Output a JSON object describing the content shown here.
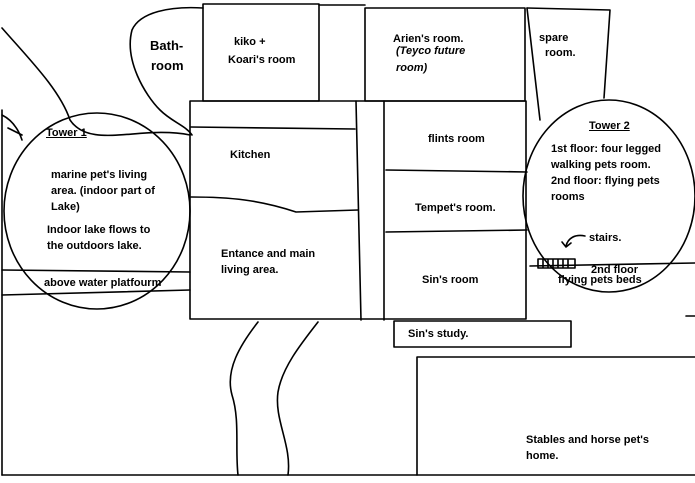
{
  "rooms": {
    "bathroom": {
      "line1": "Bath-",
      "line2": "room"
    },
    "kiko_koari": {
      "line1": "kiko +",
      "line2": "Koari's room"
    },
    "arien": {
      "line1": "Arien's room.",
      "line2": "(Teyco future",
      "line3": "room)"
    },
    "spare": {
      "line1": "spare",
      "line2": "room."
    },
    "kitchen": {
      "label": "Kitchen"
    },
    "flints": {
      "label": "flints room"
    },
    "tempet": {
      "label": "Tempet's room."
    },
    "sin": {
      "label": "Sin's room"
    },
    "sin_study": {
      "label": "Sin's study."
    },
    "entrance": {
      "line1": "Entance and main",
      "line2": "living area."
    },
    "stables": {
      "line1": "Stables and horse pet's",
      "line2": "home."
    }
  },
  "tower1": {
    "title": "Tower 1",
    "desc_line1": "marine pet's living",
    "desc_line2": "area. (indoor part of",
    "desc_line3": "Lake)",
    "lake_line1": "Indoor lake flows to",
    "lake_line2": "the outdoors lake.",
    "platform": "above water platfourm"
  },
  "tower2": {
    "title": "Tower 2",
    "floor1_line1": "1st floor: four legged",
    "floor1_line2": "walking pets room.",
    "floor2_line1": "2nd floor: flying pets",
    "floor2_line2": "rooms",
    "stairs": "stairs.",
    "beds_line1": "2nd floor",
    "beds_line2": "flying pets beds"
  }
}
